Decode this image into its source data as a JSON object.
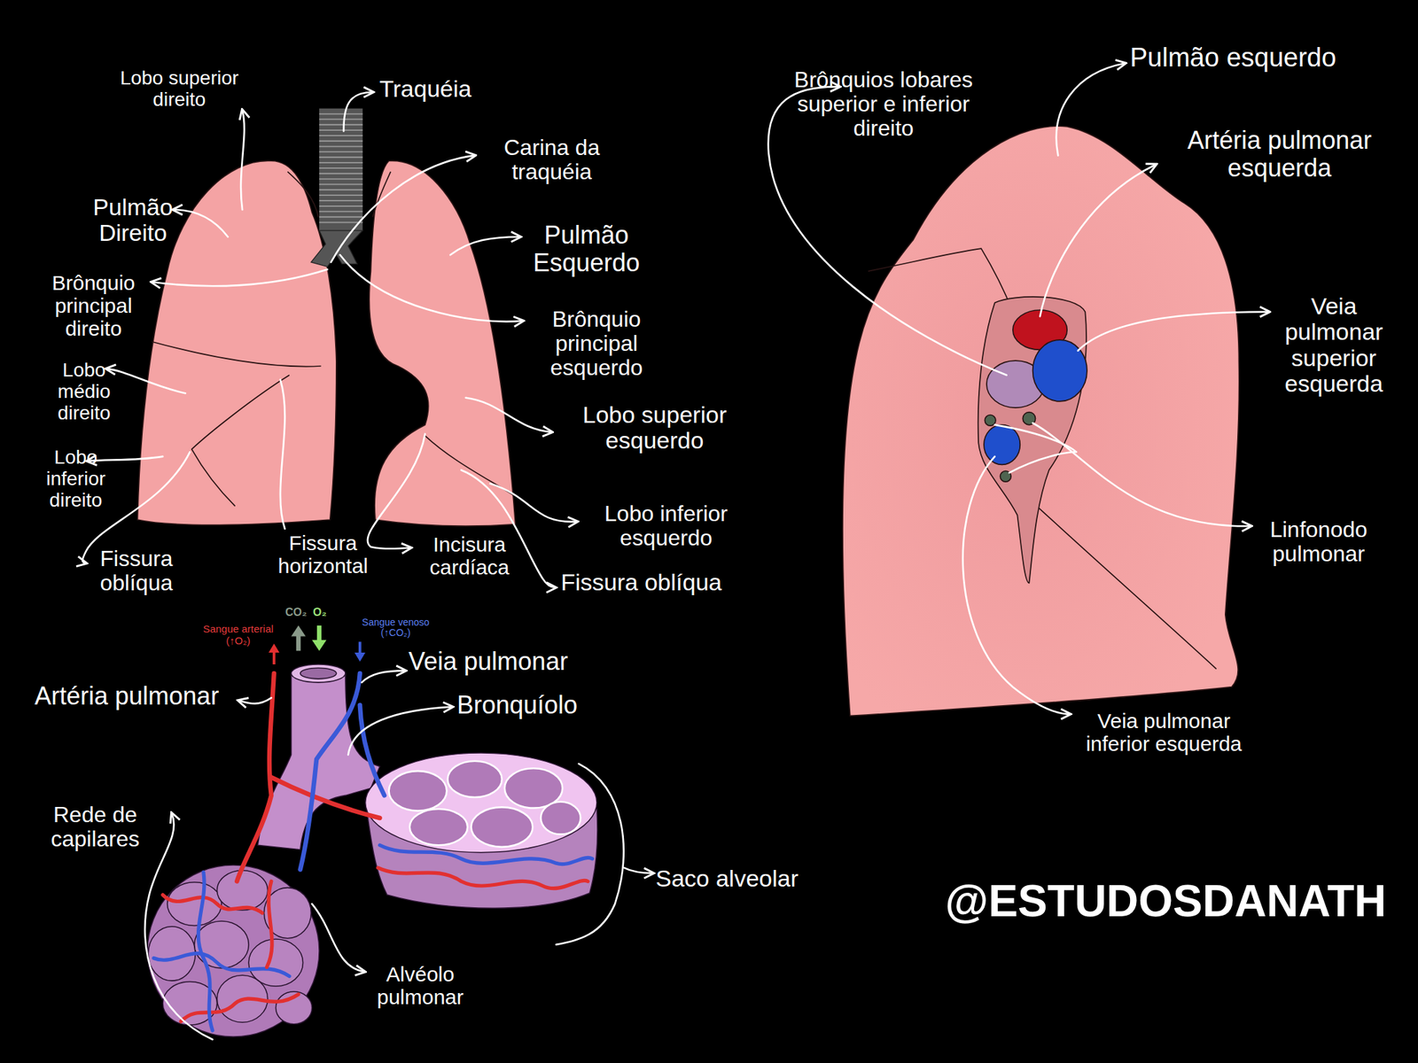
{
  "diagram": {
    "labels": [
      "Lobo superior direito",
      "Traquéia",
      "Carina da traquéia",
      "Pulmão Direito",
      "Pulmão Esquerdo",
      "Brônquio principal direito",
      "Brônquio principal esquerdo",
      "Lobo médio direito",
      "Lobo superior esquerdo",
      "Lobo inferior direito",
      "Lobo inferior esquerdo",
      "Fissura oblíqua",
      "Fissura horizontal",
      "Incisura cardíaca",
      "Fissura oblíqua",
      "Brônquios lobares superior e inferior direito",
      "Pulmão esquerdo",
      "Artéria pulmonar esquerda",
      "Veia pulmonar superior esquerda",
      "Linfonodo pulmonar",
      "Veia pulmonar inferior esquerda",
      "Sangue arterial (↑O₂)",
      "CO₂",
      "O₂",
      "Sangue venoso (↑CO₂)",
      "Veia pulmonar",
      "Artéria pulmonar",
      "Bronquíolo",
      "Rede de capilares",
      "Saco alveolar",
      "Alvéolo pulmonar",
      "@ESTUDOSDANATH"
    ]
  }
}
